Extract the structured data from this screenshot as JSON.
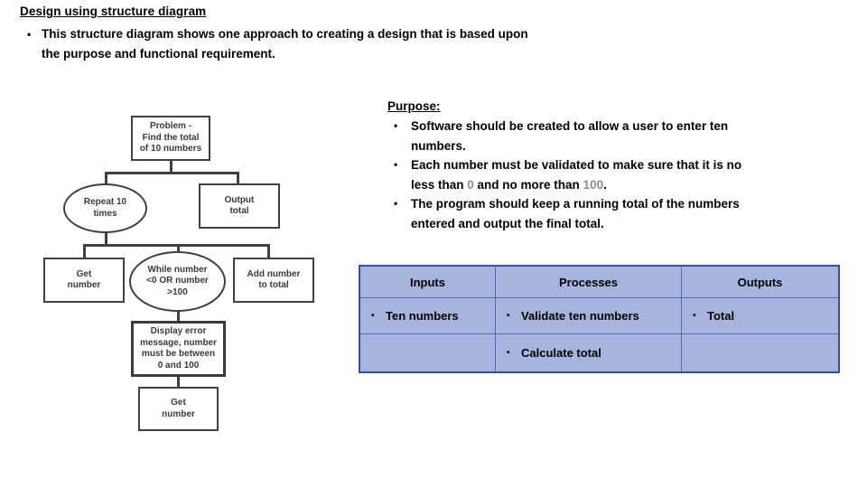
{
  "slide": {
    "title": "Design using structure diagram",
    "intro_bullet": {
      "marker": "•",
      "line1": "This structure diagram shows one approach to creating a design that is based upon",
      "line2": "the purpose and functional requirement."
    }
  },
  "diagram": {
    "nodes": {
      "problem": [
        "Problem -",
        "Find the total",
        "of 10 numbers"
      ],
      "repeat_loop": [
        "Repeat 10",
        "times"
      ],
      "output_total": [
        "Output",
        "total"
      ],
      "get_number_1": [
        "Get",
        "number"
      ],
      "while_condition": [
        "While number",
        "<0 OR number",
        ">100"
      ],
      "add_number": [
        "Add number",
        "to total"
      ],
      "display_error": [
        "Display error",
        "message, number",
        "must be between",
        "0 and 100"
      ],
      "get_number_2": [
        "Get",
        "number"
      ]
    }
  },
  "purpose": {
    "heading": "Purpose:",
    "marker": "•",
    "bullets": [
      {
        "line1": "Software should be created to allow a user to enter ten",
        "line2": "numbers."
      },
      {
        "line1": "Each number must be validated to make sure that it is no",
        "line2_pre": "less than ",
        "line2_num1": "0",
        "line2_mid": " and no more than ",
        "line2_num2": "100",
        "line2_end": "."
      },
      {
        "line1": "The program should keep a running total of the numbers",
        "line2": "entered and output the final total."
      }
    ]
  },
  "table": {
    "marker": "•",
    "headers": [
      "Inputs",
      "Processes",
      "Outputs"
    ],
    "rows": [
      {
        "inputs": "Ten numbers",
        "processes": "Validate ten numbers",
        "outputs": "Total"
      },
      {
        "inputs": "",
        "processes": "Calculate total",
        "outputs": ""
      }
    ]
  },
  "colors": {
    "table_fill": "#a6b4de",
    "table_grid": "#4d6cb3",
    "table_outline": "#35509c",
    "diagram_ink": "#404040",
    "muted_number": "#8c8c8c",
    "text": "#000000",
    "background": "#ffffff"
  }
}
